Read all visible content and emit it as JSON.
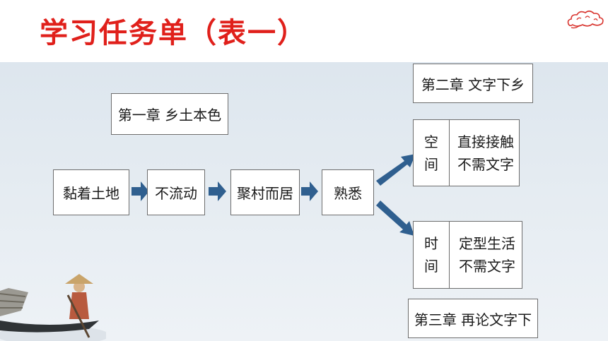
{
  "title": "学习任务单（表一）",
  "colors": {
    "title": "#e0201b",
    "arrow": "#2f5f8f",
    "border": "#6d6d6d"
  },
  "icons": [
    "cloud-icon",
    "boat-illustration"
  ],
  "diagram": {
    "chapter1": "第一章  乡土本色",
    "chapter2": "第二章  文字下乡",
    "chapter3": "第三章  再论文字下",
    "chain": [
      "黏着土地",
      "不流动",
      "聚村而居",
      "熟悉"
    ],
    "space": {
      "label": [
        "空",
        "间"
      ],
      "lines": [
        "直接接触",
        "不需文字"
      ]
    },
    "time": {
      "label": [
        "时",
        "间"
      ],
      "lines": [
        "定型生活",
        "不需文字"
      ]
    }
  }
}
